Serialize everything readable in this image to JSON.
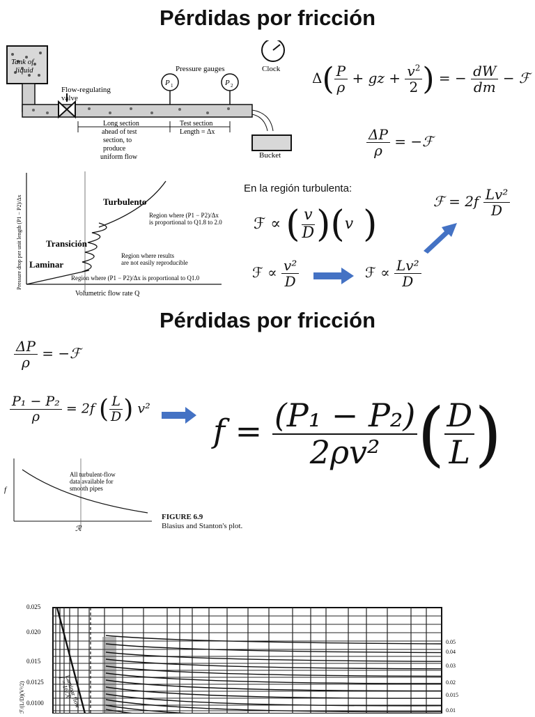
{
  "slide1": {
    "title": "Pérdidas por fricción",
    "apparatus": {
      "tank_label_1": "Tank of",
      "tank_label_2": "liquid",
      "valve_label_1": "Flow-regulating",
      "valve_label_2": "valve",
      "gauges_label": "Pressure gauges",
      "gauge1": "P",
      "gauge1_sub": "1",
      "gauge2": "P",
      "gauge2_sub": "2",
      "clock_label": "Clock",
      "long_section": [
        "Long section",
        "ahead of test",
        "section, to",
        "produce",
        "uniform flow"
      ],
      "test_section": [
        "Test section",
        "Length = Δx"
      ],
      "bucket_label": "Bucket"
    },
    "energy_eq": {
      "delta": "Δ",
      "P": "P",
      "rho": "ρ",
      "plus_gz": "+ gz +",
      "v2": "v",
      "sq": "2",
      "two": "2",
      "equals": "= −",
      "dW": "dW",
      "dm": "dm",
      "minus_F": "− ℱ"
    },
    "dp_eq": {
      "num": "ΔP",
      "den": "ρ",
      "rhs": "= −ℱ"
    },
    "graph": {
      "ylabel": "Pressure drop per unit length (P1 − P2)/Δx",
      "xlabel": "Volumetric flow rate Q",
      "turbulento": "Turbulento",
      "transicion": "Transición",
      "laminar": "Laminar",
      "note_turb_1": "Region where (P1 − P2)/Δx",
      "note_turb_2": "is proportional to Q1.8 to 2.0",
      "note_trans_1": "Region where results",
      "note_trans_2": "are not easily reproducible",
      "note_lam": "Region where (P1 − P2)/Δx is proportional to Q1.0"
    },
    "turb_label": "En la región turbulenta:",
    "prop1": {
      "F": "ℱ ∝",
      "v": "v",
      "D": "D",
      "v2": "v"
    },
    "prop2": {
      "F": "ℱ ∝",
      "num": "v²",
      "den": "D"
    },
    "prop3": {
      "F": "ℱ ∝",
      "num": "Lv²",
      "den": "D"
    },
    "final": {
      "lhs": "ℱ = 2f",
      "num": "Lv²",
      "den": "D"
    },
    "arrow_color": "#4472C4"
  },
  "slide2": {
    "title": "Pérdidas por fricción",
    "dp_eq": {
      "num": "ΔP",
      "den": "ρ",
      "rhs": "= −ℱ"
    },
    "eq2": {
      "num": "P₁ − P₂",
      "den": "ρ",
      "eq": "= 2f",
      "L": "L",
      "D": "D",
      "v2": "v²"
    },
    "big": {
      "f": "f =",
      "num": "(P₁ − P₂)",
      "den": "2ρv²",
      "D": "D",
      "L": "L"
    },
    "plot": {
      "ylabel": "f",
      "xlabel": "ℛ",
      "note_1": "All turbulent-flow",
      "note_2": "data available for",
      "note_3": "smooth pipes"
    },
    "figure_title": "FIGURE 6.9",
    "figure_caption": "Blasius and Stanton's plot."
  },
  "moody": {
    "y_ticks": [
      "0.025",
      "0.020",
      "0.015",
      "0.0125",
      "0.0100"
    ],
    "right_ticks": [
      "0.05",
      "0.04",
      "0.03",
      "0.02",
      "0.015",
      "0.01"
    ],
    "laminar_label": "Laminar flow",
    "laminar_eq": "f = 16/ℛ",
    "ylabel": "ℱ/(L/D)(V²/2)"
  }
}
